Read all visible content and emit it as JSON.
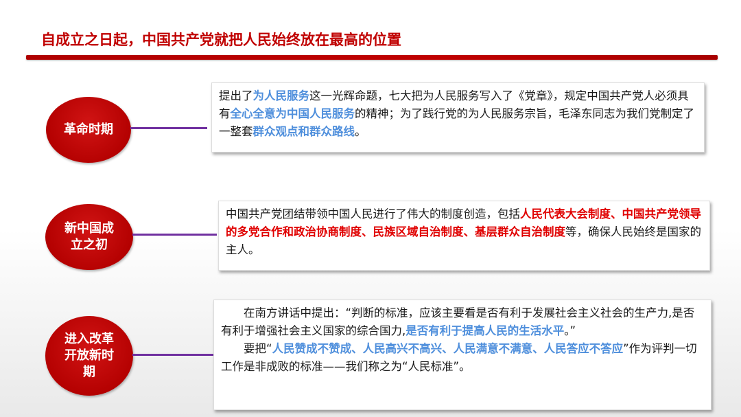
{
  "title": "自成立之日起，中国共产党就把人民始终放在最高的位置",
  "colors": {
    "accent_red": "#c00000",
    "highlight_blue": "#4f8fdc",
    "highlight_red": "#e00000",
    "connector_purple": "#7030a0"
  },
  "periods": [
    {
      "label": "革命时期",
      "paragraphs": [
        {
          "segments": [
            {
              "text": "提出了",
              "style": "plain"
            },
            {
              "text": "为人民服务",
              "style": "blue"
            },
            {
              "text": "这一光辉命题，七大把为人民服务写入了《党章》，规定中国共产党人必须具有",
              "style": "plain"
            },
            {
              "text": "全心全意为中国人民服务",
              "style": "blue"
            },
            {
              "text": "的精神；为了践行党的为人民服务宗旨，毛泽东同志为我们党制定了一整套",
              "style": "plain"
            },
            {
              "text": "群众观点和群众路线",
              "style": "blue"
            },
            {
              "text": "。",
              "style": "plain"
            }
          ]
        }
      ]
    },
    {
      "label": "新中国成立之初",
      "paragraphs": [
        {
          "segments": [
            {
              "text": "中国共产党团结带领中国人民进行了伟大的制度创造，包括",
              "style": "plain"
            },
            {
              "text": "人民代表大会制度、中国共产党领导的多党合作和政治协商制度、民族区域自治制度、基层群众自治制度",
              "style": "red"
            },
            {
              "text": "等，确保人民始终是国家的主人。",
              "style": "plain"
            }
          ]
        }
      ]
    },
    {
      "label": "进入改革开放新时期",
      "paragraphs": [
        {
          "segments": [
            {
              "text": "在南方讲话中提出：“判断的标准，应该主要看是否有利于发展社会主义社会的生产力,是否有利于增强社会主义国家的综合国力,",
              "style": "plain"
            },
            {
              "text": "是否有利于提高人民的生活水平",
              "style": "blue"
            },
            {
              "text": "。”",
              "style": "plain"
            }
          ]
        },
        {
          "segments": [
            {
              "text": "要把“",
              "style": "plain"
            },
            {
              "text": "人民赞成不赞成、人民高兴不高兴、人民满意不满意、人民答应不答应",
              "style": "blue"
            },
            {
              "text": "”作为评判一切工作是非成败的标准——我们称之为“人民标准”。",
              "style": "plain"
            }
          ]
        }
      ]
    }
  ]
}
